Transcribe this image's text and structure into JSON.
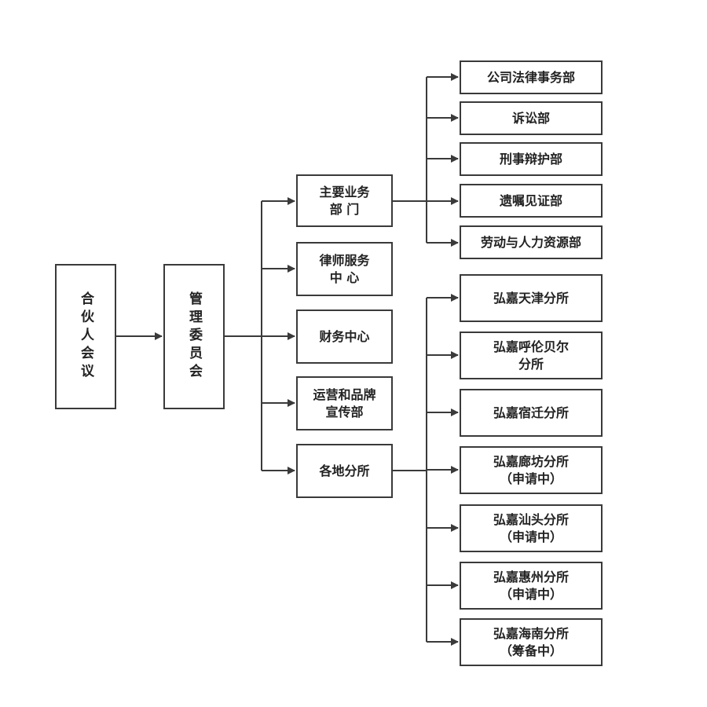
{
  "root": {
    "label": "合伙人会议"
  },
  "committee": {
    "label": "管理委员会"
  },
  "departments": [
    {
      "label": "主要业务\n部 门"
    },
    {
      "label": "律师服务\n中 心"
    },
    {
      "label": "财务中心"
    },
    {
      "label": "运营和品牌\n宣传部"
    },
    {
      "label": "各地分所"
    }
  ],
  "business_units": [
    {
      "label": "公司法律事务部"
    },
    {
      "label": "诉讼部"
    },
    {
      "label": "刑事辩护部"
    },
    {
      "label": "遗嘱见证部"
    },
    {
      "label": "劳动与人力资源部"
    }
  ],
  "branches": [
    {
      "label": "弘嘉天津分所"
    },
    {
      "label": "弘嘉呼伦贝尔\n分所"
    },
    {
      "label": "弘嘉宿迁分所"
    },
    {
      "label": "弘嘉廊坊分所\n（申请中）"
    },
    {
      "label": "弘嘉汕头分所\n（申请中）"
    },
    {
      "label": "弘嘉惠州分所\n（申请中）"
    },
    {
      "label": "弘嘉海南分所\n（筹备中）"
    }
  ],
  "colors": {
    "line": "#3a3a3a",
    "border": "#3a3a3a",
    "text": "#222222"
  }
}
